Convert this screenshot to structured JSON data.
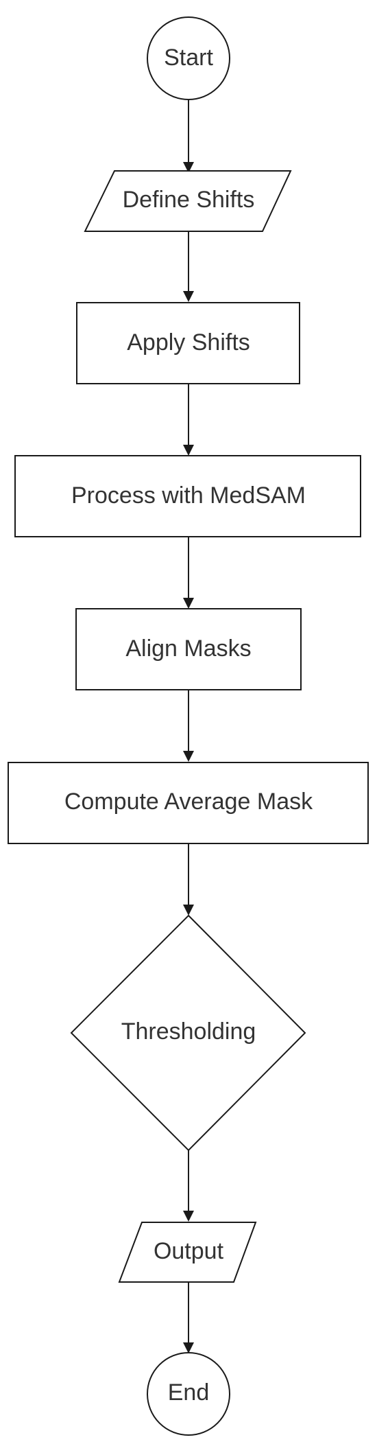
{
  "diagram": {
    "type": "flowchart",
    "nodes": [
      {
        "id": "start",
        "shape": "circle",
        "label": "Start"
      },
      {
        "id": "define-shifts",
        "shape": "parallelogram",
        "label": "Define Shifts"
      },
      {
        "id": "apply-shifts",
        "shape": "rectangle",
        "label": "Apply Shifts"
      },
      {
        "id": "process-medsam",
        "shape": "rectangle",
        "label": "Process with MedSAM"
      },
      {
        "id": "align-masks",
        "shape": "rectangle",
        "label": "Align Masks"
      },
      {
        "id": "compute-average",
        "shape": "rectangle",
        "label": "Compute Average Mask"
      },
      {
        "id": "thresholding",
        "shape": "diamond",
        "label": "Thresholding"
      },
      {
        "id": "output",
        "shape": "parallelogram",
        "label": "Output"
      },
      {
        "id": "end",
        "shape": "circle",
        "label": "End"
      }
    ],
    "edges": [
      {
        "from": "start",
        "to": "define-shifts"
      },
      {
        "from": "define-shifts",
        "to": "apply-shifts"
      },
      {
        "from": "apply-shifts",
        "to": "process-medsam"
      },
      {
        "from": "process-medsam",
        "to": "align-masks"
      },
      {
        "from": "align-masks",
        "to": "compute-average"
      },
      {
        "from": "compute-average",
        "to": "thresholding"
      },
      {
        "from": "thresholding",
        "to": "output"
      },
      {
        "from": "output",
        "to": "end"
      }
    ]
  }
}
